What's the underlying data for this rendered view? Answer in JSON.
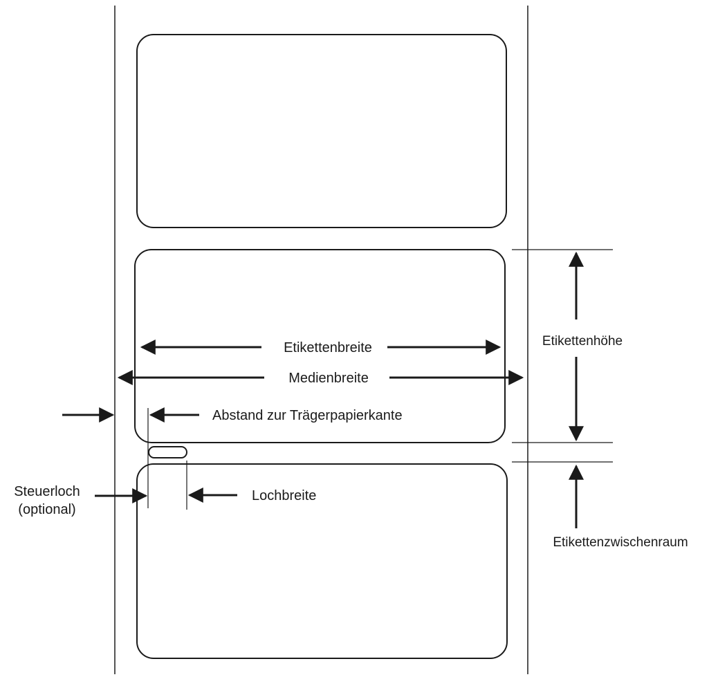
{
  "labels": {
    "label_width": "Etikettenbreite",
    "media_width": "Medienbreite",
    "label_height": "Etikettenhöhe",
    "liner_edge_offset": "Abstand zur Trägerpapierkante",
    "control_hole_line1": "Steuerloch",
    "control_hole_line2": "(optional)",
    "hole_width": "Lochbreite",
    "label_gap": "Etikettenzwischenraum"
  }
}
